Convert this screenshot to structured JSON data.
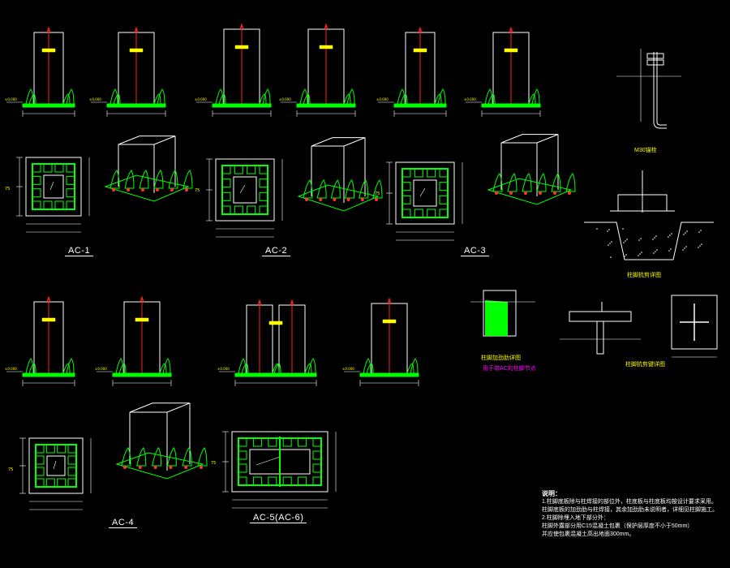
{
  "drawing": {
    "labels": {
      "ac1": "AC-1",
      "ac2": "AC-2",
      "ac3": "AC-3",
      "ac4": "AC-4",
      "ac5": "AC-5(AC-6)"
    },
    "detail_captions": {
      "anchor_bolt": "M30锚栓",
      "base_detail": "柱脚抗剪详图",
      "stiffener": "柱脚加劲肋详图",
      "stiffener_note": "用于带AC的柱脚节点",
      "shear_key": "柱脚抗剪键详图"
    },
    "notes": {
      "title": "说明：",
      "lines": [
        "1.柱脚底板除与柱焊接的部位外，柱底板与柱底板均按设计要求采用。",
        "柱脚底板的加劲肋与柱焊接，其余加劲肋未说明者，详细见柱脚施工。",
        "2.柱脚除埋入地下部分外：",
        "柱脚外露部分用C15混凝土包裹（保护层厚度不小于50mm）",
        "并应使包裹混凝土高出地面300mm。"
      ]
    },
    "colors": {
      "background": "#000000",
      "line": "#ffffff",
      "plate": "#00ff00",
      "axis": "#ff2020",
      "text": "#ffff00",
      "note": "#ff00ff"
    }
  }
}
